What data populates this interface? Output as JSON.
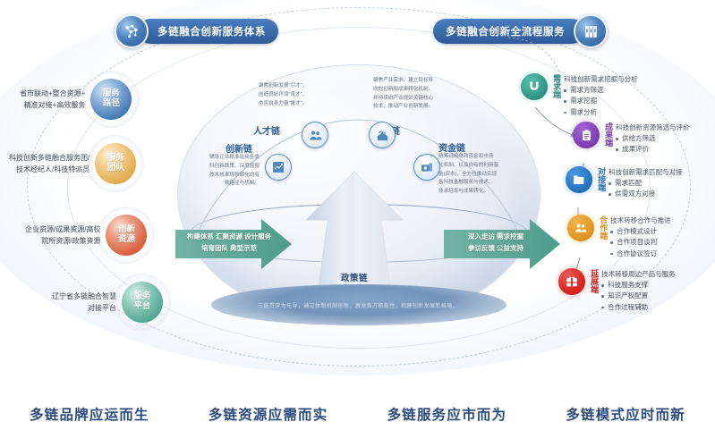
{
  "header": {
    "left_badge": {
      "label": "多链融合创新服务体系",
      "icon": "network-nodes-icon"
    },
    "right_badge": {
      "label": "多链融合创新全流程服务",
      "icon": "binders-icon"
    }
  },
  "left_items": [
    {
      "text_lines": [
        "省市联动+整合资源+",
        "精准对接+高效服务"
      ],
      "orb_label_lines": [
        "服务",
        "路径"
      ],
      "color": "#4a7cb5",
      "name": "service-path"
    },
    {
      "text_lines": [
        "科技创新多链融合服务团/",
        "技术经纪人/科技特派员"
      ],
      "orb_label_lines": [
        "服务",
        "团队"
      ],
      "color": "#e0ab4e",
      "name": "service-team"
    },
    {
      "text_lines": [
        "企业资源/成果资源/高校",
        "院所资源/政策资源"
      ],
      "orb_label_lines": [
        "创新",
        "资源"
      ],
      "color": "#d9613f",
      "name": "innovation-resource"
    },
    {
      "text_lines": [
        "辽宁省多链融合智慧",
        "对接平台"
      ],
      "orb_label_lines": [
        "服务",
        "平台"
      ],
      "color": "#4fa893",
      "name": "service-platform"
    }
  ],
  "chains": [
    {
      "title": "创新链",
      "icon": "chart-check-icon",
      "desc_lines": [
        "辅导企业精准运用各类",
        "科创新政策、深度挖掘",
        "技术成果转移转化的有",
        "效路径与机制。"
      ]
    },
    {
      "title": "人才链",
      "icon": "people-icon",
      "desc_lines": [
        "聚焦创新发展\"引才\"、",
        "创造良好环境\"育才\"、",
        "夯实自身力量\"聚才\"。"
      ]
    },
    {
      "title": "产业链",
      "icon": "factory-cloud-icon",
      "desc_lines": [
        "聚焦产业需求、建立目标导",
        "向的创新和成果转化机制、",
        "并持续向产业提供关键核心",
        "技术、推动产业创新发展。"
      ]
    },
    {
      "title": "资金链",
      "icon": "money-stack-icon",
      "desc_lines": [
        "统筹运用财政资金和市场",
        "化机制、以及自有的创新基",
        "金(资本)、全方位推动实现",
        "各科技金融服务与技术、",
        "技术培育与成果转化。"
      ]
    }
  ],
  "center": {
    "policy_chain_label": "政策链",
    "sphere_foot_text": "三链贯穿为先导，通过体制机制创新，激发各方积极性，构建创新发展新格局。"
  },
  "green_arrows": {
    "left": {
      "lines": [
        "构建体系 汇聚资源 设计服务",
        "培育团队 典型示范"
      ],
      "color": "#56a394"
    },
    "right": {
      "lines": [
        "深入走访 需求挖掘",
        "参访反馈 公益支持"
      ],
      "color": "#56a394"
    }
  },
  "flow": [
    {
      "stage": "需求端",
      "icon": "magnet-search-icon",
      "color": "#2f8f7e",
      "head": "科技创新需求挖掘与分析",
      "items": [
        "需求方筛选",
        "需求挖掘",
        "需求分析"
      ]
    },
    {
      "stage": "成果端",
      "icon": "clipboard-icon",
      "color": "#7c3fae",
      "head": "科技创新资源筛选与评价",
      "items": [
        "供给方筛选",
        "成果评价"
      ]
    },
    {
      "stage": "对接端",
      "icon": "folder-icon",
      "color": "#1f6fbd",
      "head": "科技创新需求匹配与对接",
      "items": [
        "需求匹配",
        "供需双方对接"
      ]
    },
    {
      "stage": "合作端",
      "icon": "handshake-people-icon",
      "color": "#e39420",
      "head": "技术转移合作与推进",
      "items": [
        "合作模式设计",
        "合作项目谈判",
        "合作协议签订"
      ]
    },
    {
      "stage": "延展端",
      "icon": "gift-box-icon",
      "color": "#d8241f",
      "head": "技术转移周边产品与服务",
      "items": [
        "科技服务支撑",
        "知识产权配置",
        "合作过程辅助"
      ]
    }
  ],
  "captions": [
    "多链品牌应运而生",
    "多链资源应需而实",
    "多链服务应市而为",
    "多链模式应时而新"
  ]
}
